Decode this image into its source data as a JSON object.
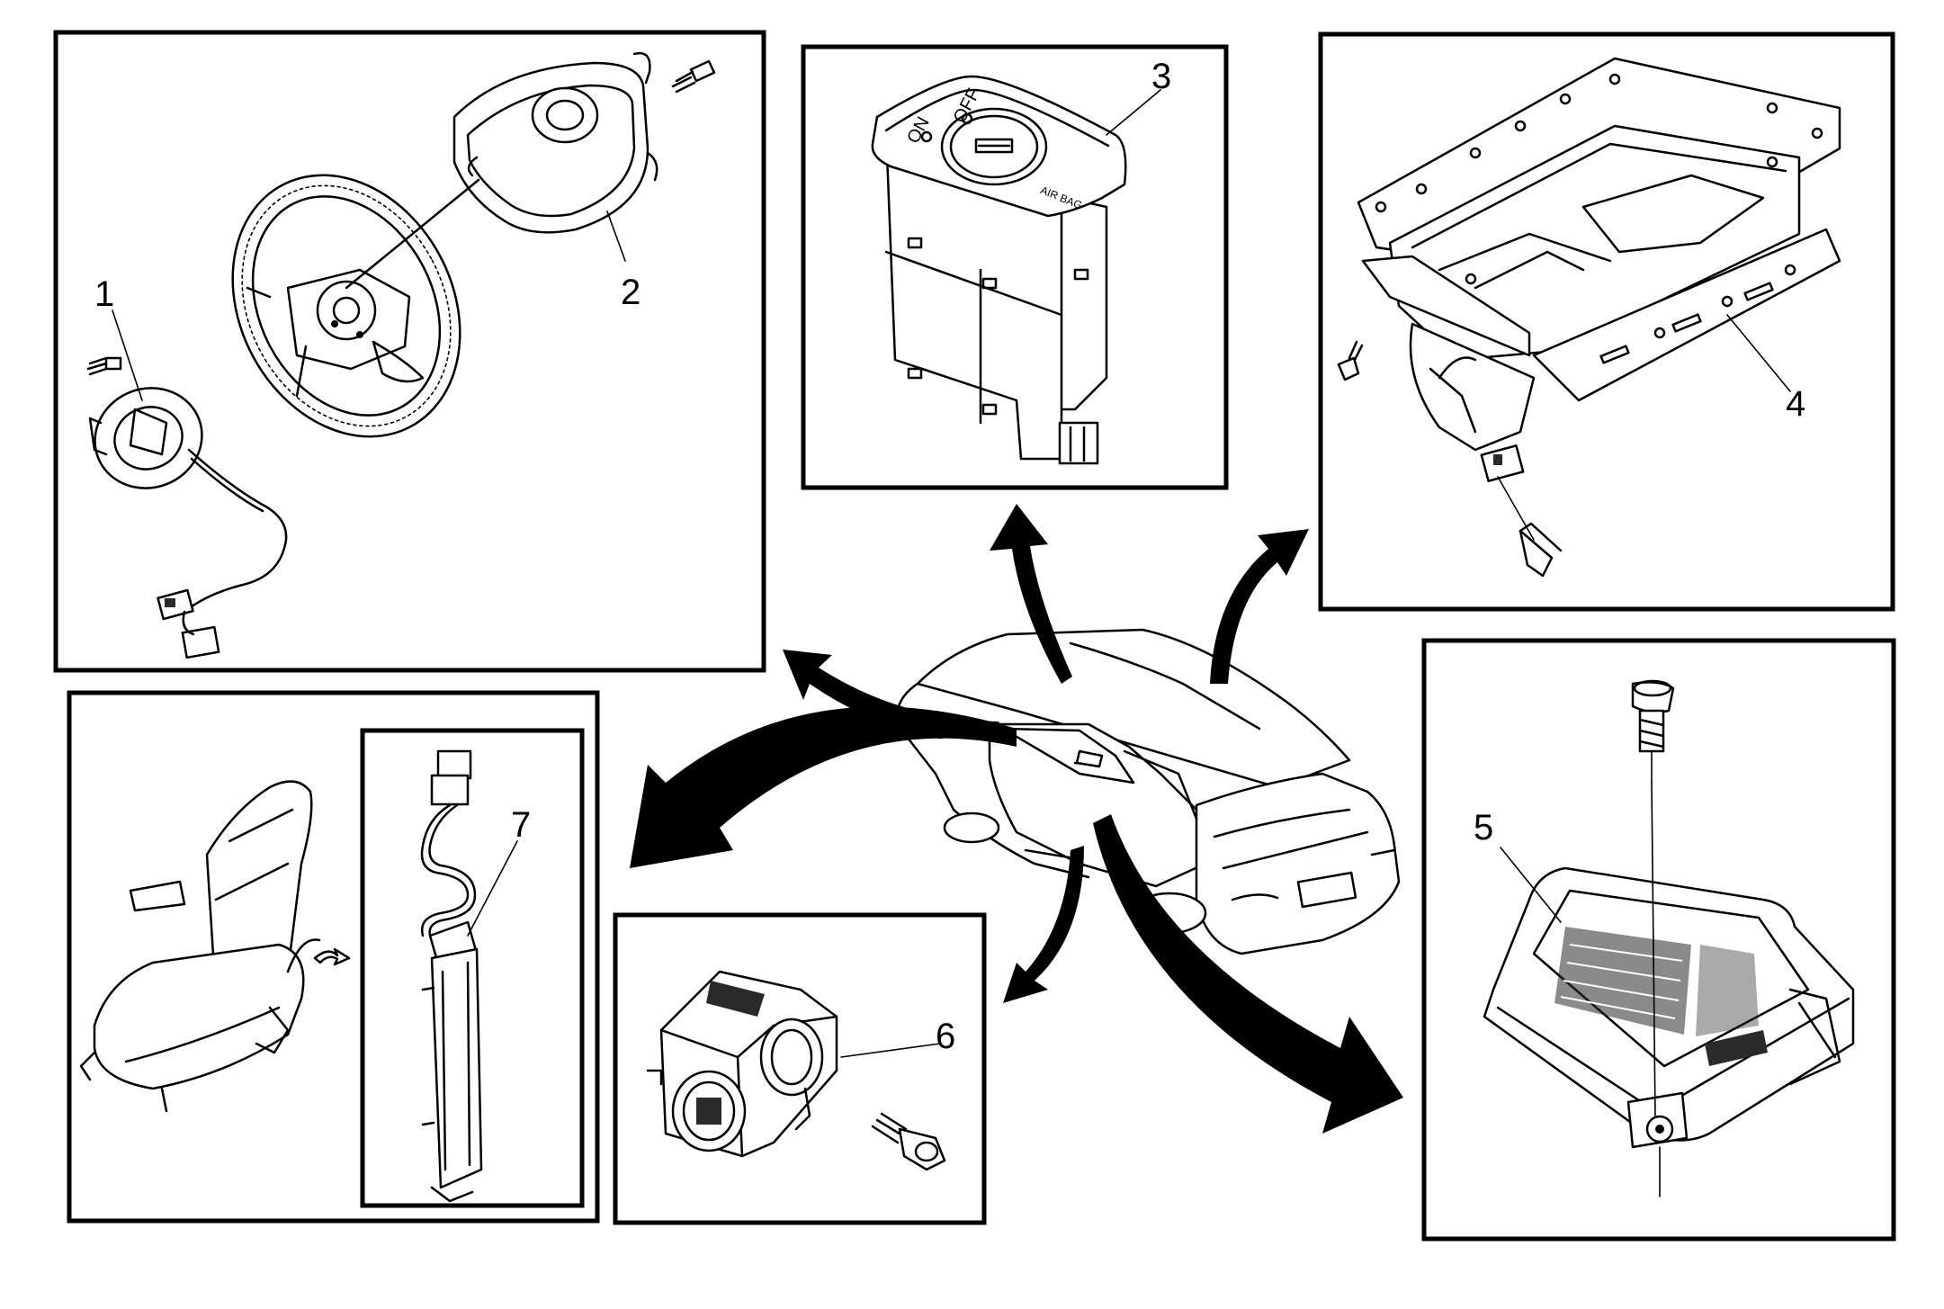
{
  "diagram": {
    "callouts": [
      {
        "id": "1",
        "label": "1"
      },
      {
        "id": "2",
        "label": "2"
      },
      {
        "id": "3",
        "label": "3"
      },
      {
        "id": "4",
        "label": "4"
      },
      {
        "id": "5",
        "label": "5"
      },
      {
        "id": "6",
        "label": "6"
      },
      {
        "id": "7",
        "label": "7"
      }
    ],
    "switch_labels": {
      "on": "ON",
      "off": "OFF",
      "air_bag": "AIR BAG"
    }
  }
}
